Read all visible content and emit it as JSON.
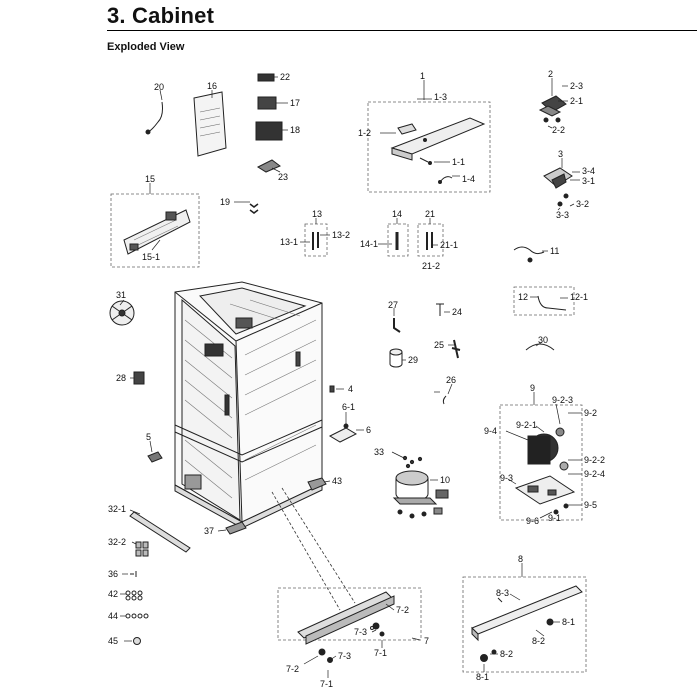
{
  "header": {
    "title": "3.  Cabinet",
    "subtitle": "Exploded View"
  },
  "labels": [
    "1",
    "1-1",
    "1-2",
    "1-3",
    "1-4",
    "2",
    "2-1",
    "2-2",
    "2-3",
    "3",
    "3-1",
    "3-2",
    "3-3",
    "3-4",
    "4",
    "5",
    "6",
    "6-1",
    "7",
    "7-1",
    "7-1",
    "7-2",
    "7-2",
    "7-3",
    "7-3",
    "8",
    "8-1",
    "8-1",
    "8-2",
    "8-2",
    "8-3",
    "9",
    "9-1",
    "9-2",
    "9-2-1",
    "9-2-2",
    "9-2-3",
    "9-2-4",
    "9-3",
    "9-4",
    "9-5",
    "9-6",
    "10",
    "11",
    "12",
    "12-1",
    "13",
    "13-1",
    "13-2",
    "14",
    "14-1",
    "15",
    "15-1",
    "16",
    "17",
    "18",
    "19",
    "20",
    "21",
    "21-1",
    "21-2",
    "22",
    "23",
    "24",
    "25",
    "26",
    "27",
    "28",
    "29",
    "30",
    "31",
    "32-1",
    "32-2",
    "33",
    "36",
    "37",
    "42",
    "43",
    "44",
    "45"
  ]
}
